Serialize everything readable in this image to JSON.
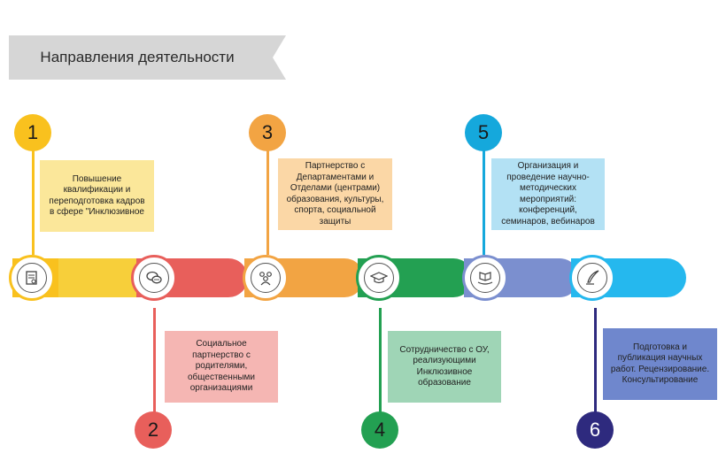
{
  "header": {
    "title": "Направления деятельности"
  },
  "steps": [
    {
      "number": "1",
      "text": "Повышение квалификации и переподготовка кадров  в сфере \"Инклюзивное",
      "icon": "document-icon"
    },
    {
      "number": "2",
      "text": "Социальное партнерство с родителями, общественными организациями",
      "icon": "chat-icon"
    },
    {
      "number": "3",
      "text": "Партнерство с Департаментами и Отделами (центрами) образования, культуры, спорта, социальной защиты",
      "icon": "people-group-icon"
    },
    {
      "number": "4",
      "text": "Сотрудничество с ОУ, реализующими Инклюзивное образование",
      "icon": "graduation-cap-icon"
    },
    {
      "number": "5",
      "text": "Организация и проведение научно-методических мероприятий: конференций, семинаров, вебинаров",
      "icon": "book-hand-icon"
    },
    {
      "number": "6",
      "text": "Подготовка и публикация научных работ. Рецензирование. Консультирование",
      "icon": "quill-pen-icon"
    }
  ],
  "colors": {
    "step1": "#f9c11e",
    "step2": "#e85f5b",
    "step3": "#f2a443",
    "step4": "#23a052",
    "step5": "#15a8dc",
    "step6": "#2e2a7e",
    "bar6": "#25b8ee",
    "banner": "#d6d6d6"
  }
}
